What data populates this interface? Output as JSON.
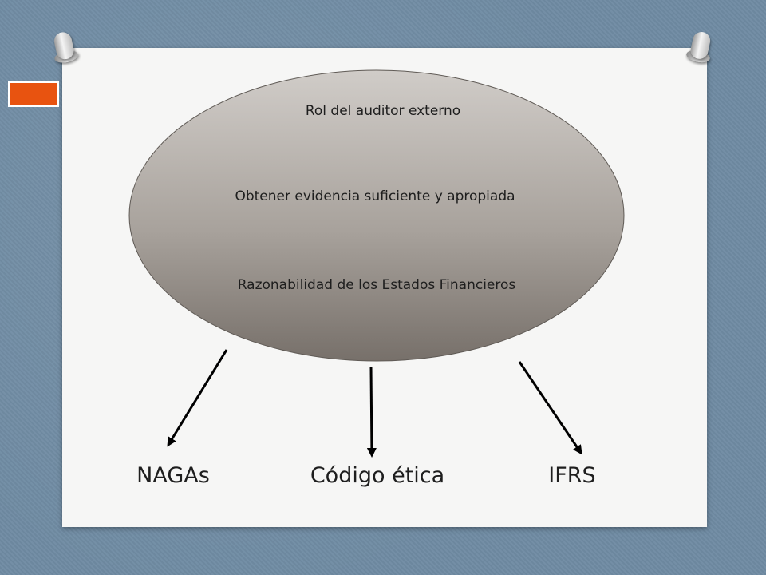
{
  "diagram": {
    "center_node": {
      "lines": [
        "Rol del auditor externo",
        "Obtener evidencia suficiente y apropiada",
        "Razonabilidad de los Estados Financieros"
      ]
    },
    "outcome_nodes": [
      {
        "label": "NAGAs"
      },
      {
        "label": "Código ética"
      },
      {
        "label": "IFRS"
      }
    ]
  },
  "colors": {
    "background": "#6f8ba3",
    "paper": "#f6f6f5",
    "accent": "#e85310",
    "ellipse_top": "#d0ccc8",
    "ellipse_bottom": "#77706a",
    "text": "#1e1e1e"
  }
}
